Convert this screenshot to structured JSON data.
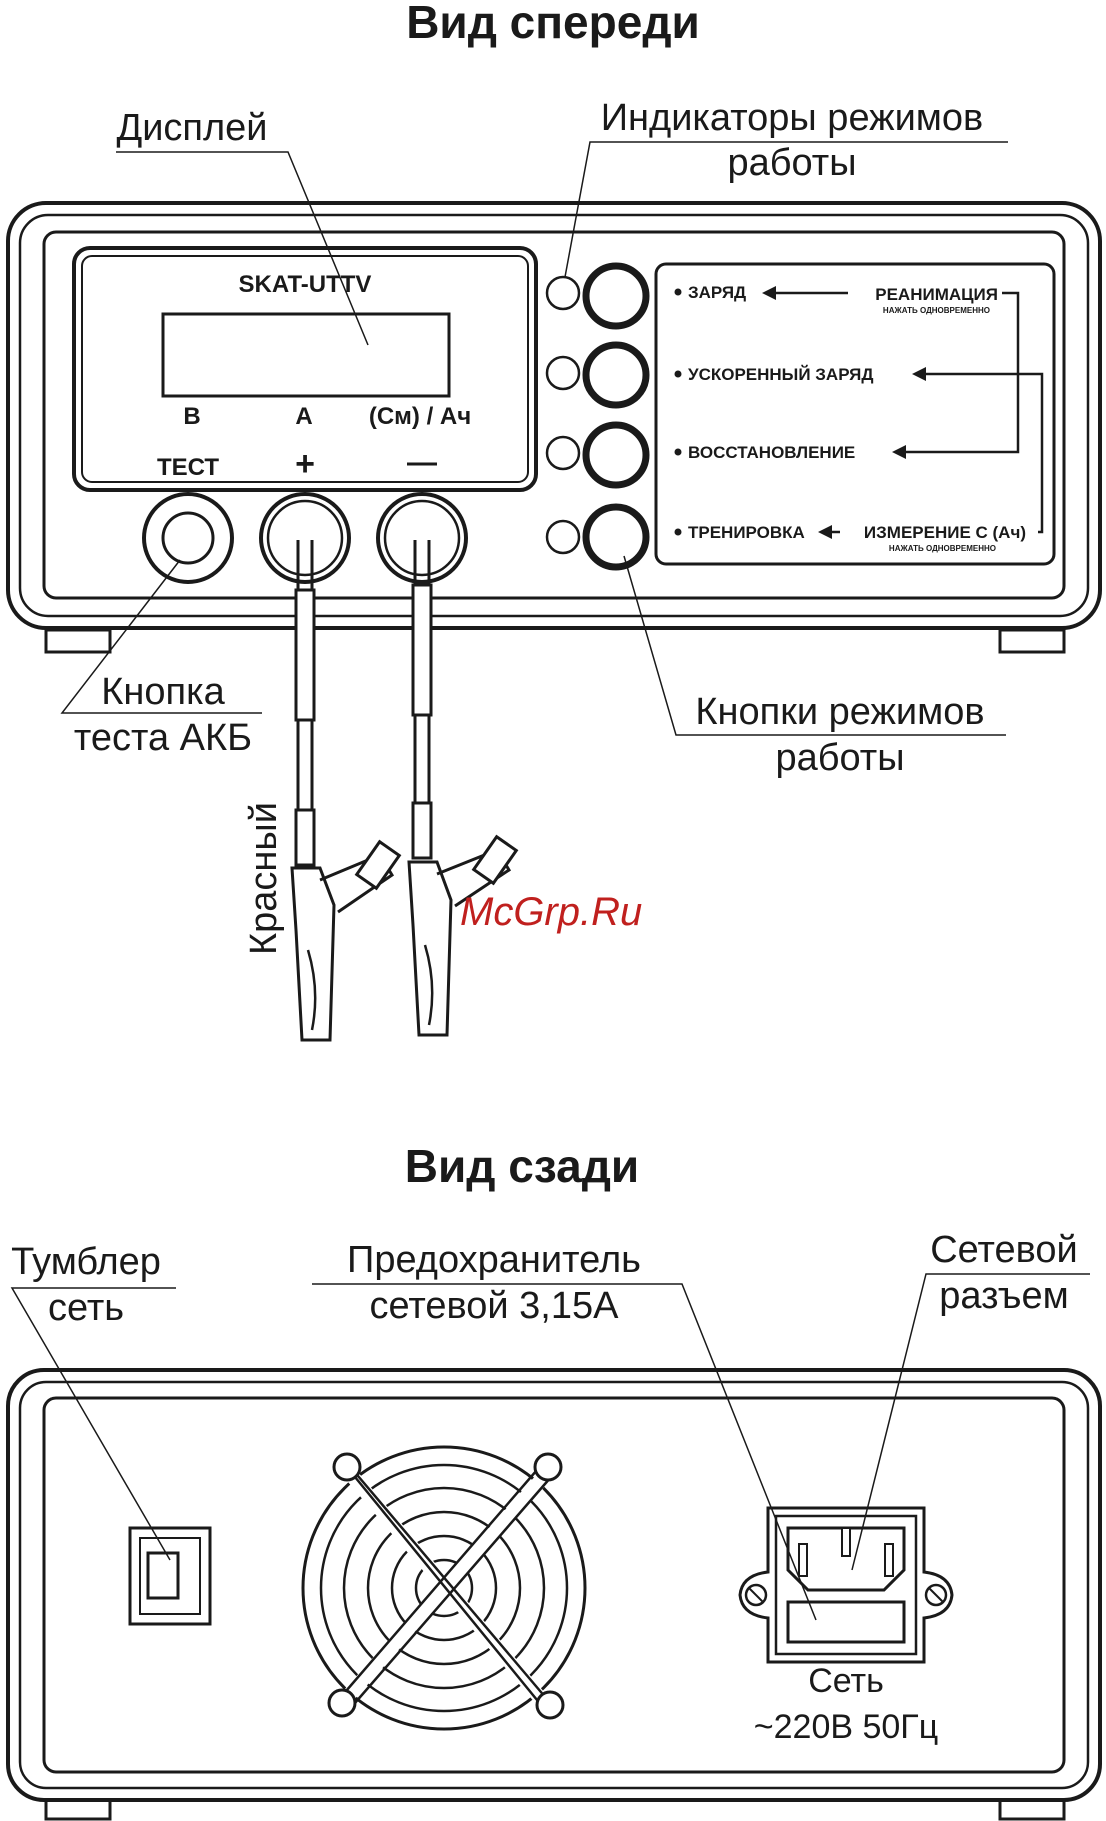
{
  "front": {
    "title": "Вид спереди",
    "device_name": "SKAT-UTTV",
    "display_labels": {
      "volts": "В",
      "amps": "А",
      "capacity": "(См) / Ач"
    },
    "test_label": "ТЕСТ",
    "plus_label": "+",
    "minus_label": "—",
    "callouts": {
      "display": "Дисплей",
      "indicators_line1": "Индикаторы режимов",
      "indicators_line2": "работы",
      "test_button_line1": "Кнопка",
      "test_button_line2": "теста АКБ",
      "mode_buttons_line1": "Кнопки режимов",
      "mode_buttons_line2": "работы",
      "red_wire": "Красный"
    },
    "modes": [
      {
        "label": "ЗАРЯД",
        "combo": "РЕАНИМАЦИЯ",
        "combo_note": "НАЖАТЬ ОДНОВРЕМЕННО"
      },
      {
        "label": "УСКОРЕННЫЙ ЗАРЯД"
      },
      {
        "label": "ВОССТАНОВЛЕНИЕ"
      },
      {
        "label": "ТРЕНИРОВКА",
        "combo": "ИЗМЕРЕНИЕ С (Ач)",
        "combo_note": "НАЖАТЬ ОДНОВРЕМЕННО"
      }
    ]
  },
  "rear": {
    "title": "Вид сзади",
    "callouts": {
      "switch_line1": "Тумблер",
      "switch_line2": "сеть",
      "fuse_line1": "Предохранитель",
      "fuse_line2": "сетевой 3,15А",
      "socket_line1": "Сетевой",
      "socket_line2": "разъем"
    },
    "mains_line1": "Сеть",
    "mains_line2": "~220В 50Гц"
  },
  "watermark": "McGrp.Ru"
}
